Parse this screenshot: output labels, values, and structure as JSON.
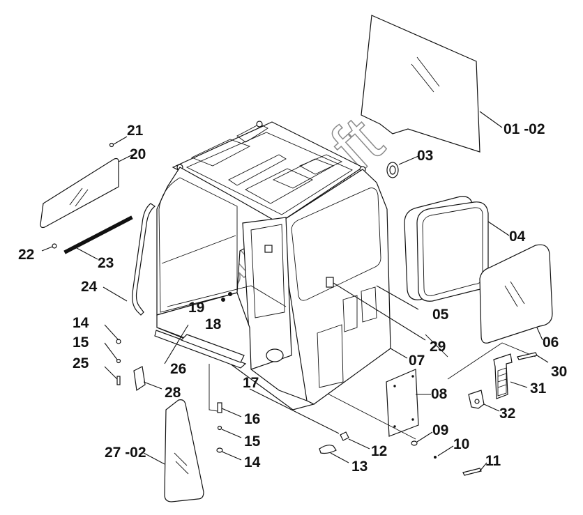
{
  "labels": {
    "p01": "01 -02",
    "p03": "03",
    "p04": "04",
    "p05": "05",
    "p06": "06",
    "p07": "07",
    "p08": "08",
    "p09": "09",
    "p10": "10",
    "p11": "11",
    "p12": "12",
    "p13": "13",
    "p14a": "14",
    "p14b": "14",
    "p15a": "15",
    "p15b": "15",
    "p16": "16",
    "p17": "17",
    "p18": "18",
    "p19": "19",
    "p20": "20",
    "p21": "21",
    "p22": "22",
    "p23": "23",
    "p24": "24",
    "p25": "25",
    "p26": "26",
    "p27": "27 -02",
    "p28": "28",
    "p29": "29",
    "p30": "30",
    "p31": "31",
    "p32": "32"
  },
  "watermark": "AutoSoft"
}
